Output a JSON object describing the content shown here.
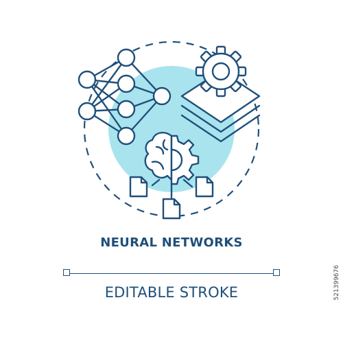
{
  "title": "NEURAL NETWORKS",
  "subtitle": "EDITABLE STROKE",
  "watermark": "521399676",
  "colors": {
    "stroke": "#1f4f7a",
    "accent": "#a9e4ee",
    "background": "#ffffff"
  },
  "icons": {
    "network": "neural-network-icon",
    "gear_layers": "gear-layers-icon",
    "brain_gear": "brain-gear-icon",
    "documents": "document-icon"
  }
}
